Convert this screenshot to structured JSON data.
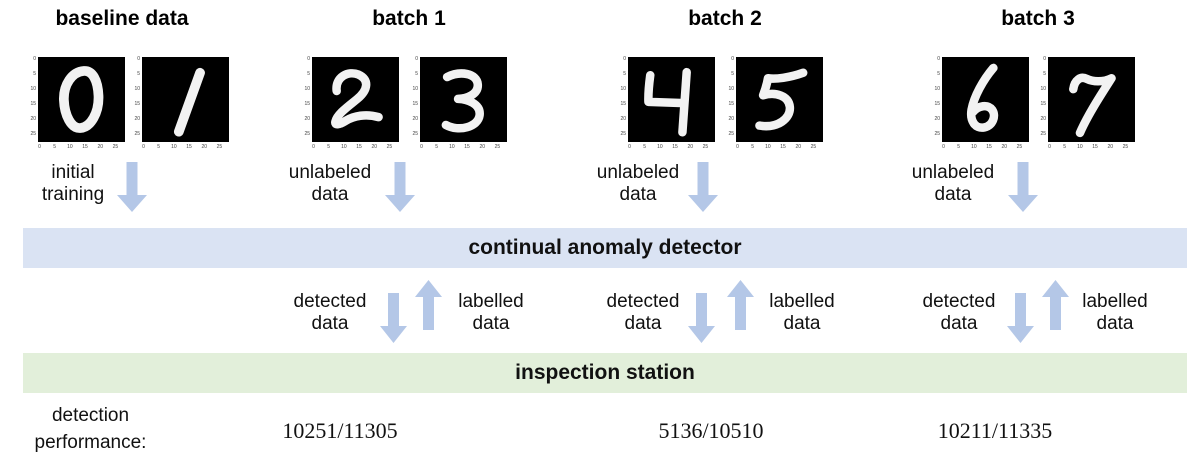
{
  "colors": {
    "arrow": "#b4c7e7",
    "detector_band_bg": "#dae3f3",
    "inspection_band_bg": "#e2efda",
    "plot_bg": "#000000",
    "digit_color": "#f2f2f2"
  },
  "columns": [
    {
      "title": "baseline data",
      "digits": [
        "0",
        "1"
      ],
      "flow_label": [
        "initial",
        "training"
      ]
    },
    {
      "title": "batch 1",
      "digits": [
        "2",
        "3"
      ],
      "flow_label": [
        "unlabeled",
        "data"
      ],
      "detected_label": [
        "detected",
        "data"
      ],
      "labelled_label": [
        "labelled",
        "data"
      ],
      "performance": "10251/11305"
    },
    {
      "title": "batch 2",
      "digits": [
        "4",
        "5"
      ],
      "flow_label": [
        "unlabeled",
        "data"
      ],
      "detected_label": [
        "detected",
        "data"
      ],
      "labelled_label": [
        "labelled",
        "data"
      ],
      "performance": "5136/10510"
    },
    {
      "title": "batch 3",
      "digits": [
        "6",
        "7"
      ],
      "flow_label": [
        "unlabeled",
        "data"
      ],
      "detected_label": [
        "detected",
        "data"
      ],
      "labelled_label": [
        "labelled",
        "data"
      ],
      "performance": "10211/11335"
    }
  ],
  "plot_axis_ticks": [
    "0",
    "5",
    "10",
    "15",
    "20",
    "25"
  ],
  "bands": {
    "detector": "continual anomaly detector",
    "inspection": "inspection station"
  },
  "performance_label": [
    "detection",
    "performance:"
  ]
}
